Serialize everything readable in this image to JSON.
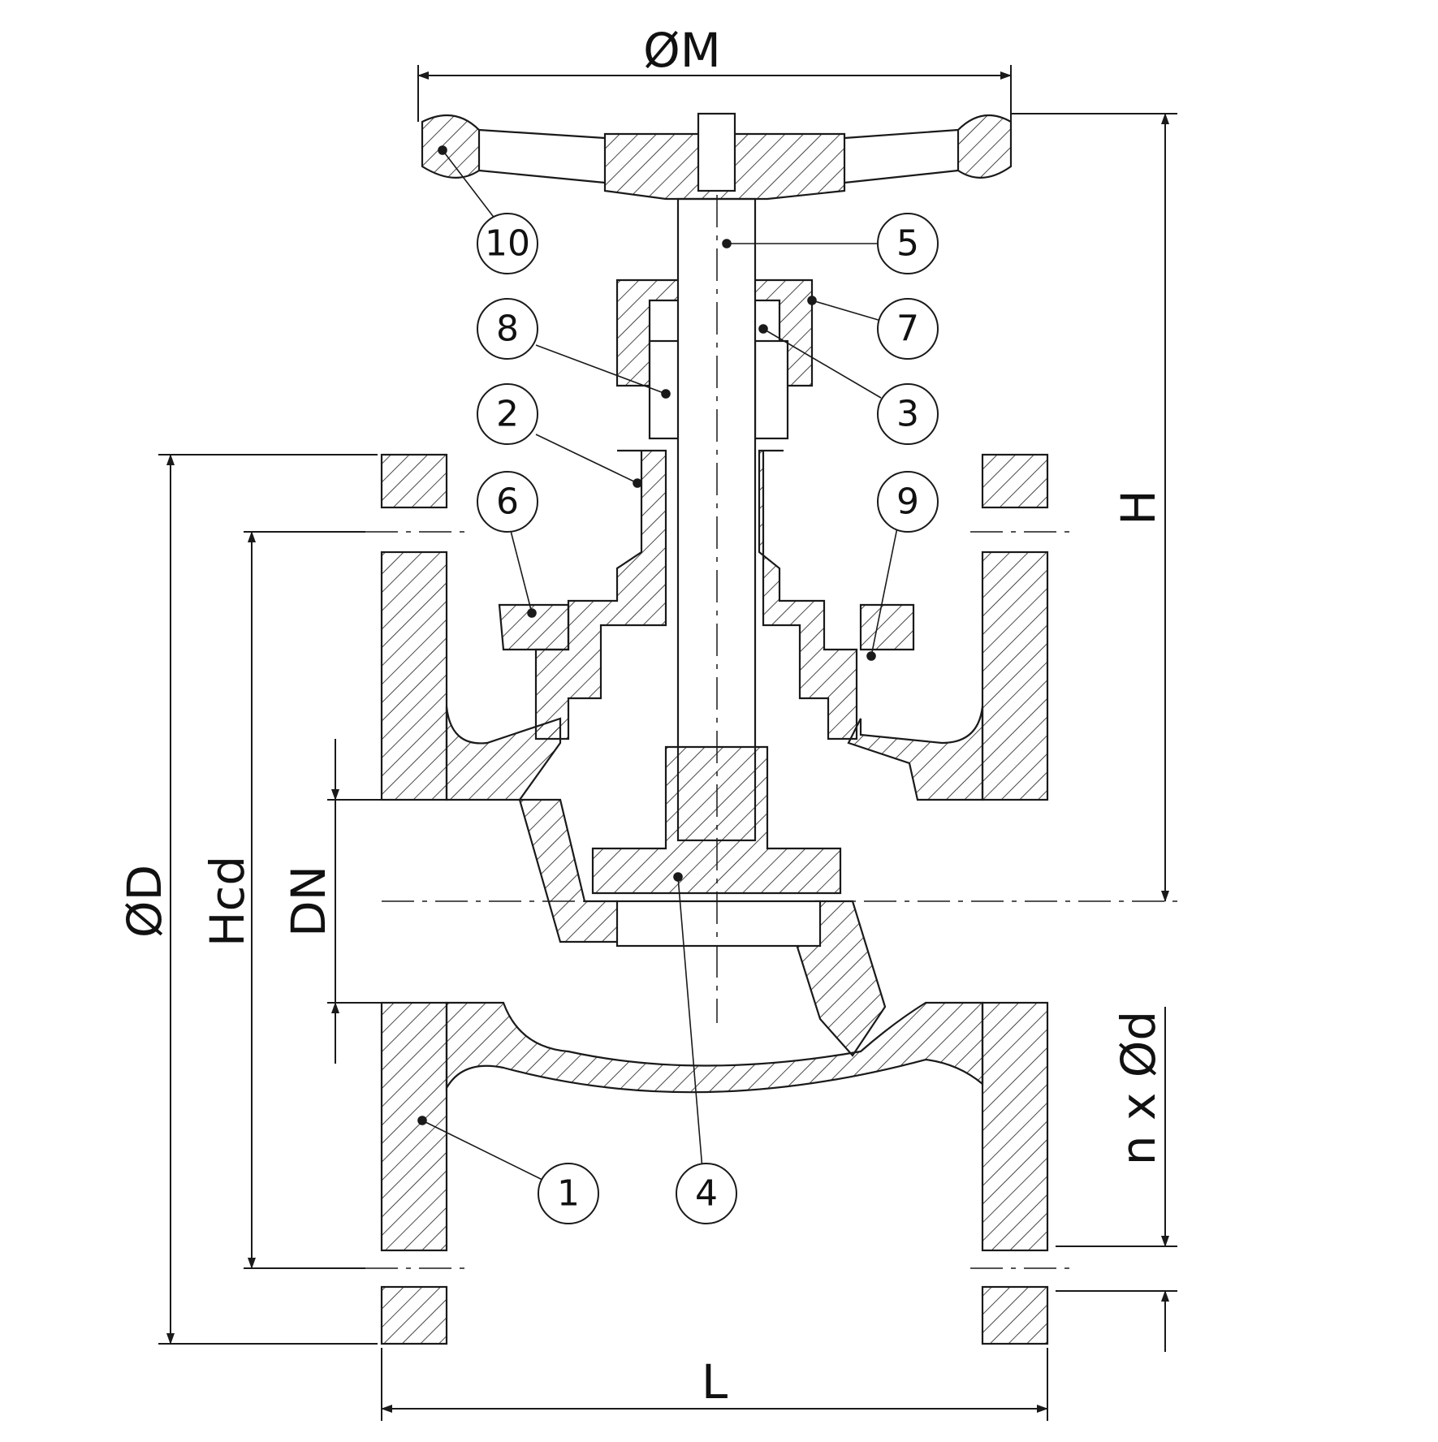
{
  "dimensions": {
    "M": "ØM",
    "H": "H",
    "D": "ØD",
    "Hcd": "Hcd",
    "DN": "DN",
    "nxd": "n x Ød",
    "L": "L"
  },
  "balloons": [
    {
      "id": "b10",
      "label": "10"
    },
    {
      "id": "b5",
      "label": "5"
    },
    {
      "id": "b8",
      "label": "8"
    },
    {
      "id": "b7",
      "label": "7"
    },
    {
      "id": "b2",
      "label": "2"
    },
    {
      "id": "b3",
      "label": "3"
    },
    {
      "id": "b6",
      "label": "6"
    },
    {
      "id": "b9",
      "label": "9"
    },
    {
      "id": "b1",
      "label": "1"
    },
    {
      "id": "b4",
      "label": "4"
    }
  ],
  "colors": {
    "line": "#1a1a1a",
    "background": "#ffffff"
  }
}
